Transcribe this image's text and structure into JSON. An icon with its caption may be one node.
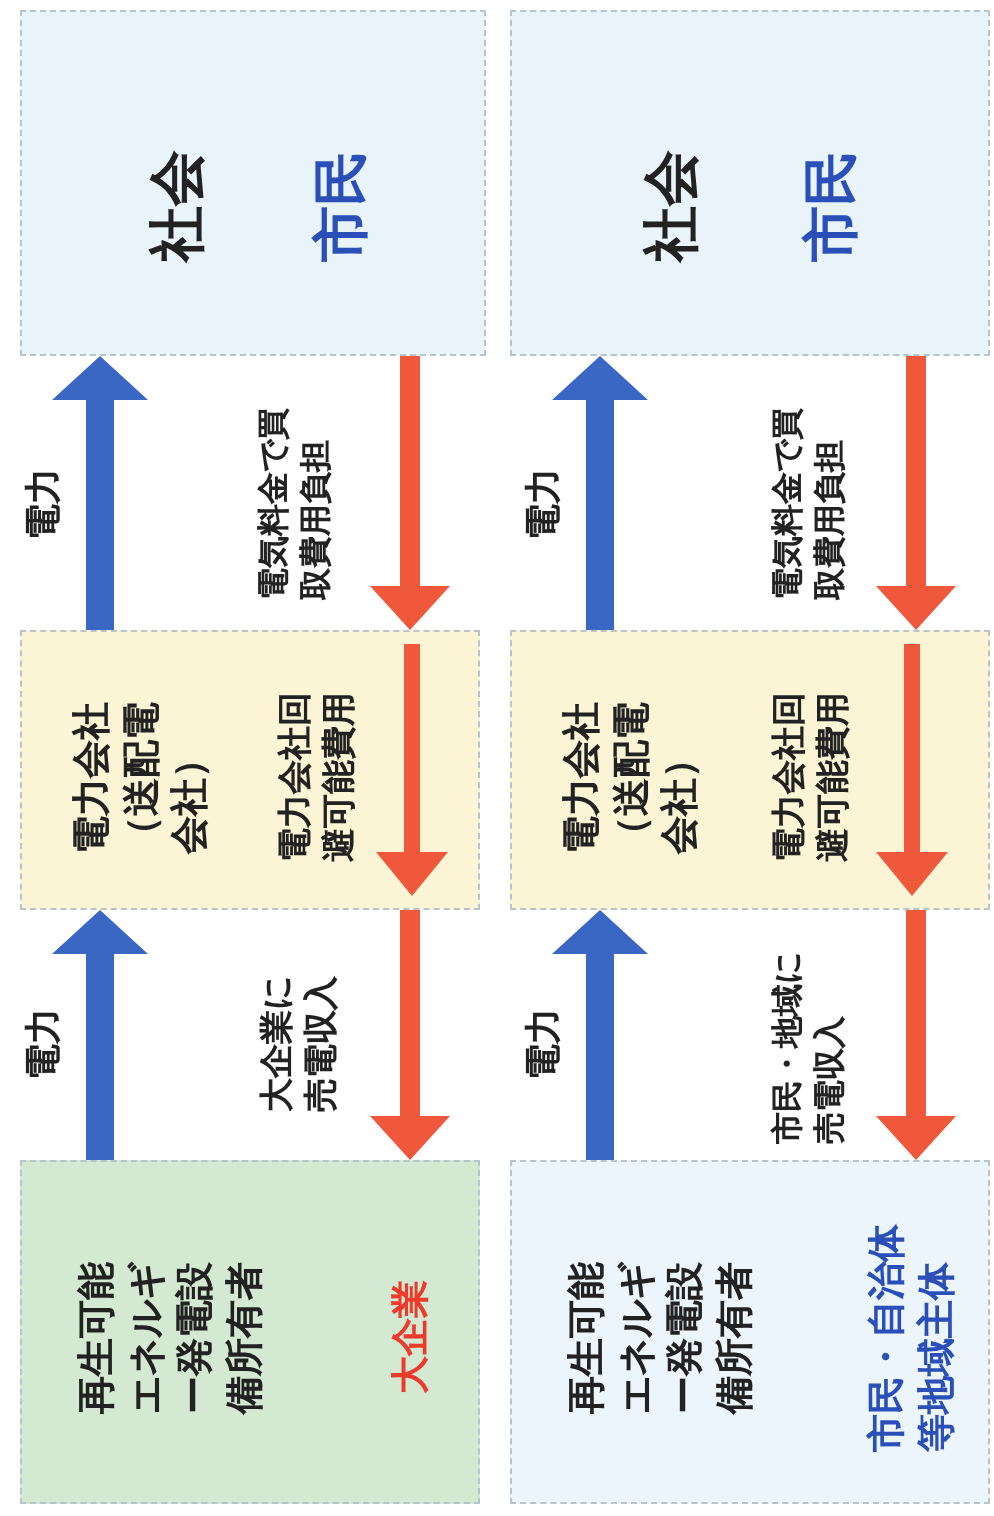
{
  "diagram": {
    "nodes": [
      {
        "text": [
          "社会",
          "市民"
        ]
      },
      {
        "text": [
          "電力会社（送配電会社）",
          "電力会社回避可能費用"
        ]
      },
      {
        "text": [
          "再生可能エネルギー発電設備所有者",
          "大企業"
        ]
      },
      {
        "text": [
          "社会",
          "市民"
        ]
      },
      {
        "text": [
          "電力会社（送配電会社）",
          "電力会社回避可能費用"
        ]
      },
      {
        "text": [
          "再生可能エネルギー発電設備所有者",
          "市民・自治体等地域主体"
        ]
      }
    ],
    "edges": [
      {
        "from": 2,
        "to": 1,
        "arrow": "to",
        "label": "電力",
        "color": "#3a66c4"
      },
      {
        "from": 1,
        "to": 0,
        "arrow": "to",
        "label": "電力",
        "color": "#3a66c4"
      },
      {
        "from": 0,
        "to": 1,
        "arrow": "to",
        "label": "電気料金で買取費用負担",
        "color": "#f0583c"
      },
      {
        "from": 1,
        "to": 2,
        "arrow": "to",
        "label": "大企業に売電収入",
        "color": "#f0583c"
      },
      {
        "from": 5,
        "to": 4,
        "arrow": "to",
        "label": "電力",
        "color": "#3a66c4"
      },
      {
        "from": 4,
        "to": 3,
        "arrow": "to",
        "label": "電力",
        "color": "#3a66c4"
      },
      {
        "from": 3,
        "to": 4,
        "arrow": "to",
        "label": "電気料金で買取費用負担",
        "color": "#f0583c"
      },
      {
        "from": 4,
        "to": 5,
        "arrow": "to",
        "label": "市民・地域に売電収入",
        "color": "#f0583c"
      }
    ]
  }
}
